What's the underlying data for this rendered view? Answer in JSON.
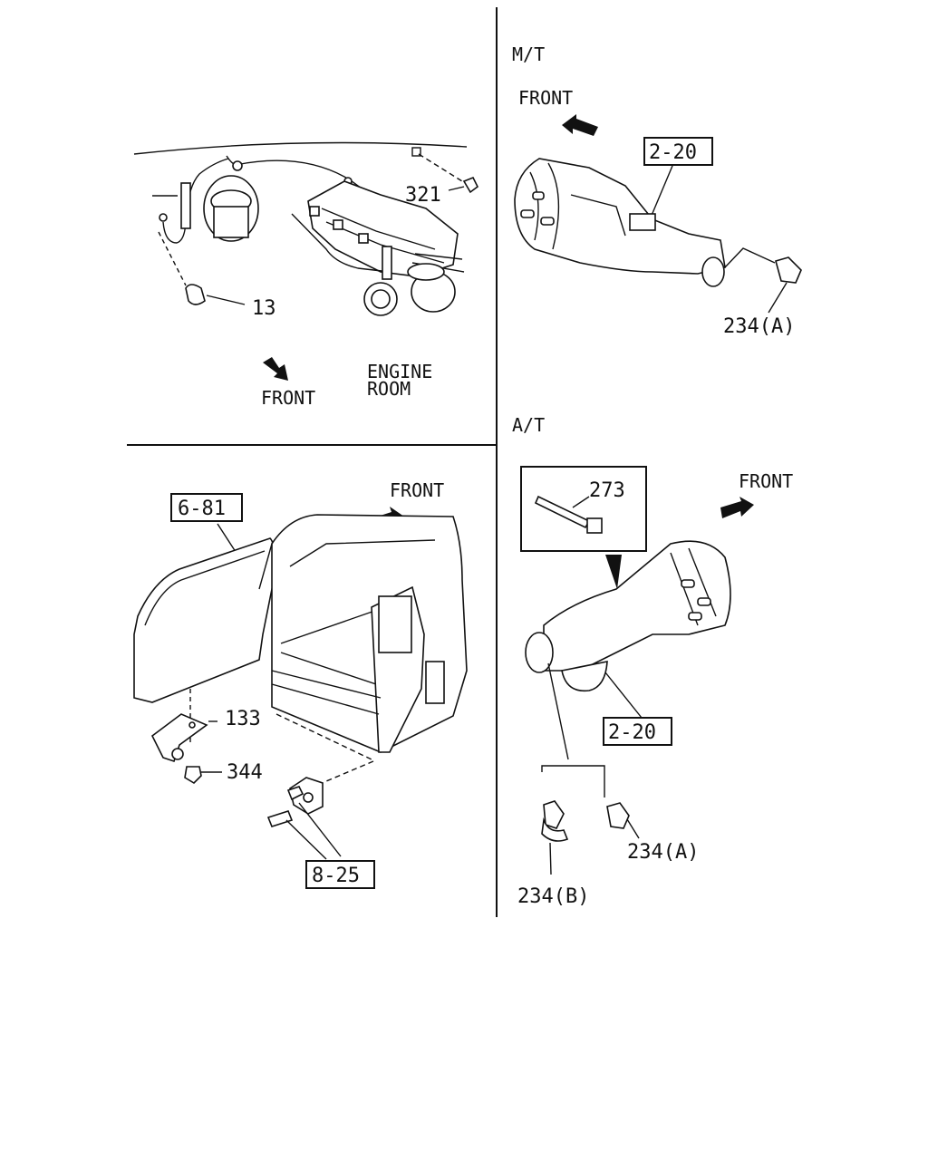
{
  "engine_room": {
    "title": "ENGINE\nROOM",
    "title_line1": "ENGINE",
    "title_line2": "ROOM",
    "front": "FRONT",
    "parts": [
      "321",
      "13"
    ]
  },
  "mt": {
    "heading": "M/T",
    "front": "FRONT",
    "ref": "2-20",
    "part": "234(A)"
  },
  "at": {
    "heading": "A/T",
    "front": "FRONT",
    "ref": "2-20",
    "inset_part": "273",
    "part_a": "234(A)",
    "part_b": "234(B)"
  },
  "rear": {
    "front": "FRONT",
    "ref_door": "6-81",
    "ref_striker": "8-25",
    "parts": [
      "133",
      "344"
    ]
  }
}
